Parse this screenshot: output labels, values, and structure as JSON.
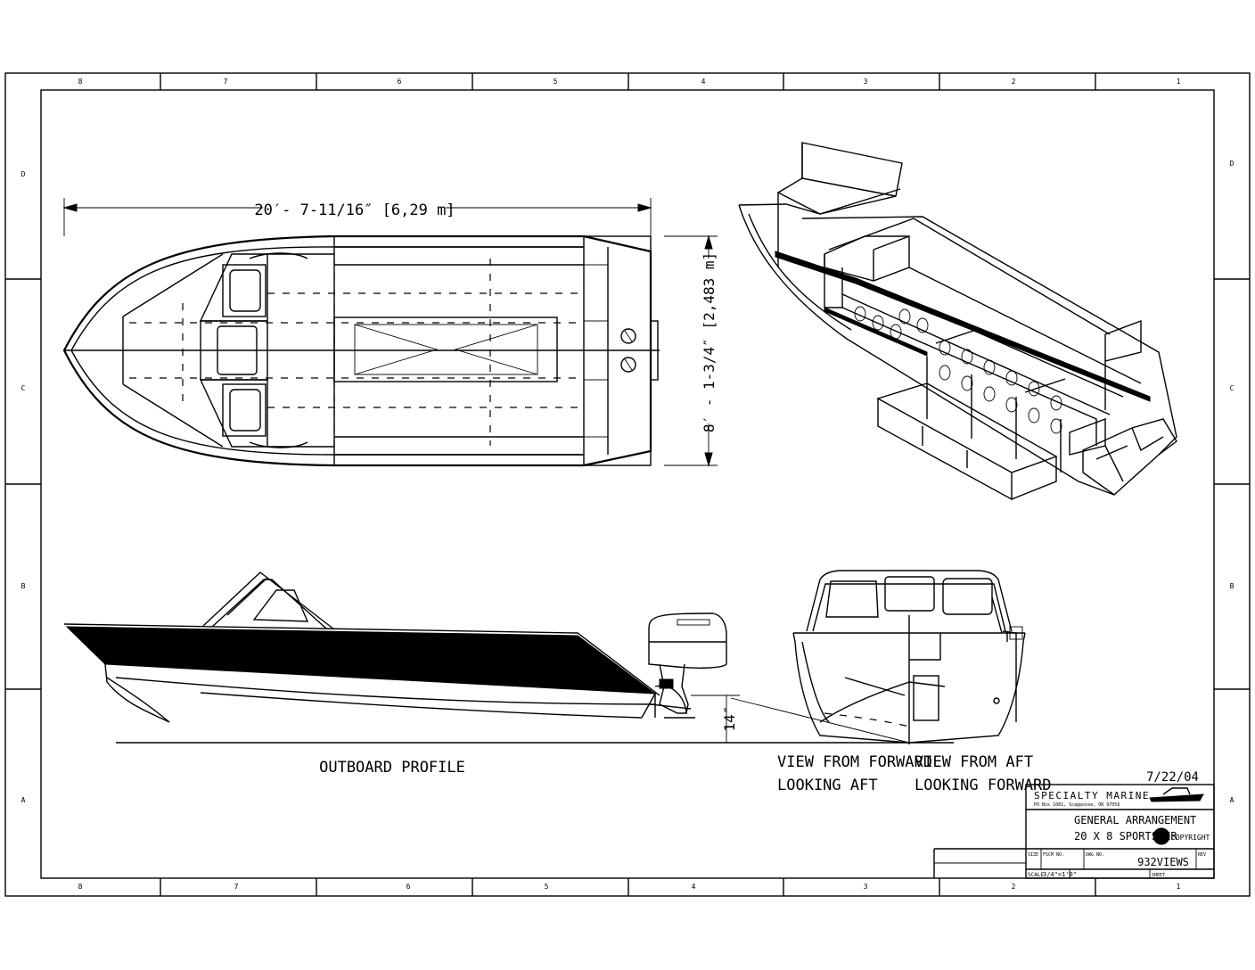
{
  "border": {
    "columns": [
      "8",
      "7",
      "6",
      "5",
      "4",
      "3",
      "2",
      "1"
    ],
    "rows": [
      "D",
      "C",
      "B",
      "A"
    ]
  },
  "dimensions": {
    "overall_length": "20′- 7-11/16″ [6,29 m]",
    "overall_beam": "8′ - 1-3/4″ [2,483 m]",
    "transom_height": "14″"
  },
  "views": {
    "outboard_profile": "OUTBOARD PROFILE",
    "forward_line1": "VIEW FROM FORWARD",
    "forward_line2": "LOOKING AFT",
    "aft_line1": "VIEW FROM AFT",
    "aft_line2": "LOOKING FORWARD"
  },
  "title_block": {
    "date": "7/22/04",
    "company": "SPECIALTY MARINE",
    "address": "PO Box 1081, Scappoose, OR 97056",
    "drawing_title_1": "GENERAL ARRANGEMENT",
    "drawing_title_2": "20 X 8 SPORTSTER",
    "copyright": "COPYRIGHT",
    "size_label": "SIZE",
    "fscm_label": "FSCM NO.",
    "dwg_label": "DWG NO.",
    "rev_label": "REV",
    "dwg_no": "932VIEWS",
    "scale_label": "SCALE",
    "scale_value": "3/4\"=1'0\"",
    "sheet_label": "SHEET"
  },
  "colors": {
    "ink": "#000000",
    "paper": "#ffffff"
  }
}
